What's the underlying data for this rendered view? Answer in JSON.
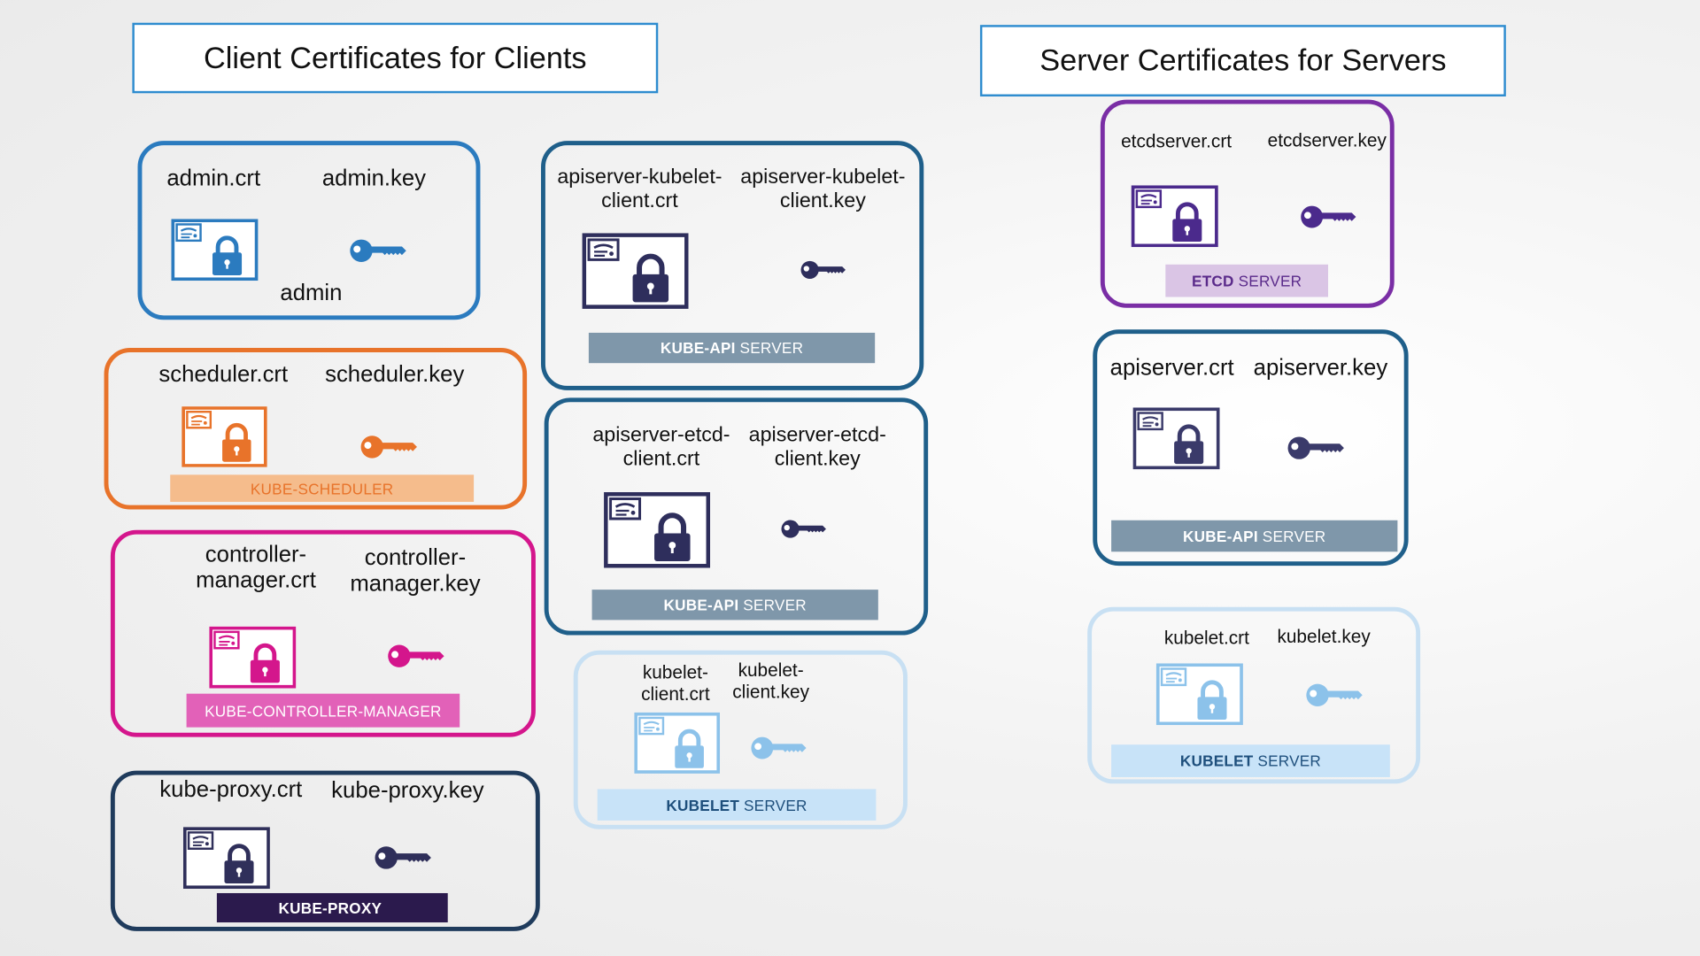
{
  "titles": {
    "client": "Client Certificates for Clients",
    "server": "Server Certificates for Servers"
  },
  "colors": {
    "title_border": "#2e8ccf",
    "admin": "#2b7bbf",
    "scheduler": "#e8732a",
    "controller_manager": "#d4168c",
    "kube_proxy": "#1f3b5c",
    "kube_api": "#1f5f8a",
    "kubelet": "#c8e0f3",
    "etcd": "#7a2ea5"
  },
  "panels": [
    {
      "id": "admin",
      "crt": "admin.crt",
      "key": "admin.key",
      "name": "admin",
      "banner_bold": "",
      "banner_rest": "",
      "icons": [
        "certificate-icon",
        "key-icon"
      ]
    },
    {
      "id": "scheduler",
      "crt": "scheduler.crt",
      "key": "scheduler.key",
      "banner_bold": "",
      "banner_rest": "KUBE-SCHEDULER",
      "icons": [
        "certificate-icon",
        "key-icon"
      ]
    },
    {
      "id": "controller-manager",
      "crt": "controller-\nmanager.crt",
      "key": "controller-\nmanager.key",
      "banner_bold": "",
      "banner_rest": "KUBE-CONTROLLER-MANAGER",
      "icons": [
        "certificate-icon",
        "key-icon"
      ]
    },
    {
      "id": "kube-proxy",
      "crt": "kube-proxy.crt",
      "key": "kube-proxy.key",
      "banner_bold": "KUBE-PROXY",
      "banner_rest": "",
      "icons": [
        "certificate-icon",
        "key-icon"
      ]
    },
    {
      "id": "apiserver-kubelet-client",
      "crt": "apiserver-kubelet-\nclient.crt",
      "key": "apiserver-kubelet-\nclient.key",
      "banner_bold": "KUBE-API",
      "banner_rest": "SERVER",
      "icons": [
        "certificate-icon",
        "key-icon"
      ]
    },
    {
      "id": "apiserver-etcd-client",
      "crt": "apiserver-etcd-\nclient.crt",
      "key": "apiserver-etcd-\nclient.key",
      "banner_bold": "KUBE-API",
      "banner_rest": "SERVER",
      "icons": [
        "certificate-icon",
        "key-icon"
      ]
    },
    {
      "id": "kubelet-client",
      "crt": "kubelet-\nclient.crt",
      "key": "kubelet-\nclient.key",
      "banner_bold": "KUBELET",
      "banner_rest": "SERVER",
      "icons": [
        "certificate-icon",
        "key-icon"
      ]
    },
    {
      "id": "etcdserver",
      "crt": "etcdserver.crt",
      "key": "etcdserver.key",
      "banner_bold": "ETCD",
      "banner_rest": "SERVER",
      "icons": [
        "certificate-icon",
        "key-icon"
      ]
    },
    {
      "id": "apiserver",
      "crt": "apiserver.crt",
      "key": "apiserver.key",
      "banner_bold": "KUBE-API",
      "banner_rest": "SERVER",
      "icons": [
        "certificate-icon",
        "key-icon"
      ]
    },
    {
      "id": "kubelet",
      "crt": "kubelet.crt",
      "key": "kubelet.key",
      "banner_bold": "KUBELET",
      "banner_rest": "SERVER",
      "icons": [
        "certificate-icon",
        "key-icon"
      ]
    }
  ]
}
